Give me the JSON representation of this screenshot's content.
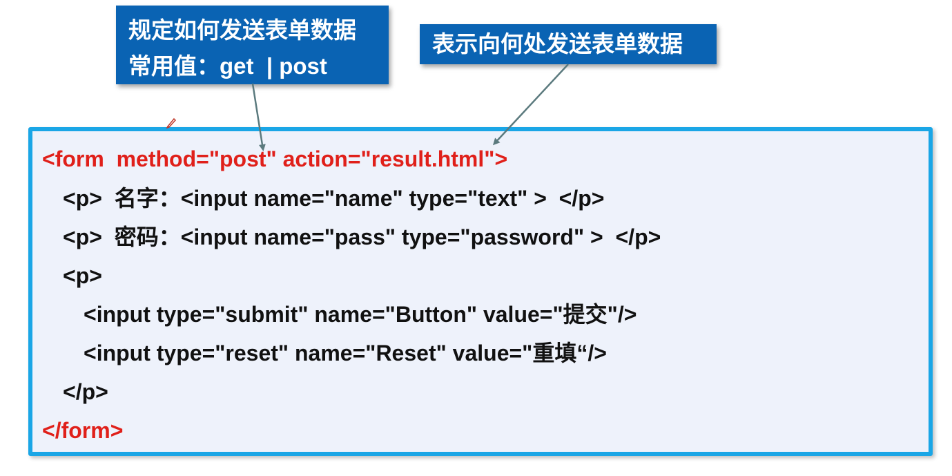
{
  "callout_method": {
    "line1": "规定如何发送表单数据",
    "line2": "常用值：get  | post"
  },
  "callout_action": {
    "text": "表示向何处发送表单数据"
  },
  "code": {
    "form_open": "<form  method=\"post\" action=\"result.html\">",
    "p_name": "<p>  名字：<input name=\"name\" type=\"text\" >  </p>",
    "p_pass": "<p>  密码：<input name=\"pass\" type=\"password\" >  </p>",
    "p_open": "<p>",
    "input_submit": "<input type=\"submit\" name=\"Button\" value=\"提交\"/>",
    "input_reset": "<input type=\"reset\" name=\"Reset\" value=\"重填“/>",
    "p_close": "</p>",
    "form_close": "</form>"
  },
  "colors": {
    "callout_bg": "#0a63b3",
    "box_border": "#1aa6e6",
    "box_bg": "#eef2fb",
    "highlight_red": "#e0201a",
    "arrow": "#5b7a7e"
  },
  "icons": {
    "pen": "pen-icon"
  }
}
